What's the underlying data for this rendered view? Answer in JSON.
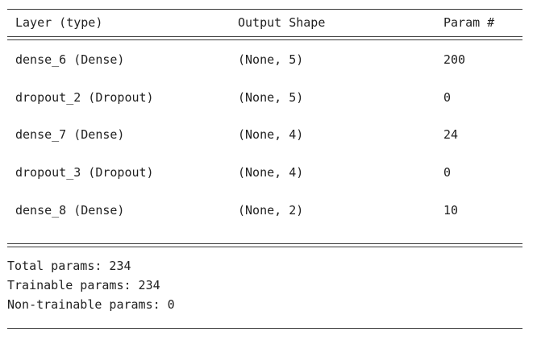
{
  "summary": {
    "headers": {
      "layer": "Layer (type)",
      "shape": "Output Shape",
      "param": "Param #"
    },
    "rows": [
      {
        "layer": "dense_6 (Dense)",
        "shape": "(None, 5)",
        "param": "200"
      },
      {
        "layer": "dropout_2 (Dropout)",
        "shape": "(None, 5)",
        "param": "0"
      },
      {
        "layer": "dense_7 (Dense)",
        "shape": "(None, 4)",
        "param": "24"
      },
      {
        "layer": "dropout_3 (Dropout)",
        "shape": "(None, 4)",
        "param": "0"
      },
      {
        "layer": "dense_8 (Dense)",
        "shape": "(None, 2)",
        "param": "10"
      }
    ],
    "totals": {
      "total": "Total params: 234",
      "trainable": "Trainable params: 234",
      "non_trainable": "Non-trainable params: 0"
    }
  }
}
